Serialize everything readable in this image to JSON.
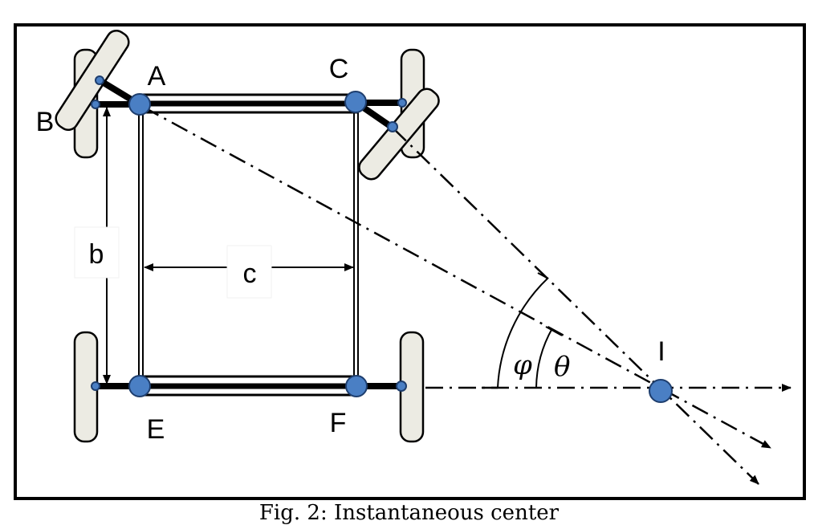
{
  "figure": {
    "caption": "Fig. 2: Instantaneous center",
    "points": {
      "A": "A",
      "B": "B",
      "C": "C",
      "E": "E",
      "F": "F",
      "I": "I"
    },
    "dimensions": {
      "b": "b",
      "c": "c"
    },
    "angles": {
      "phi": "φ",
      "theta": "θ"
    },
    "colors": {
      "joint": "#4a7fc4",
      "wheel": "#ecebe3",
      "line": "#000000"
    }
  }
}
